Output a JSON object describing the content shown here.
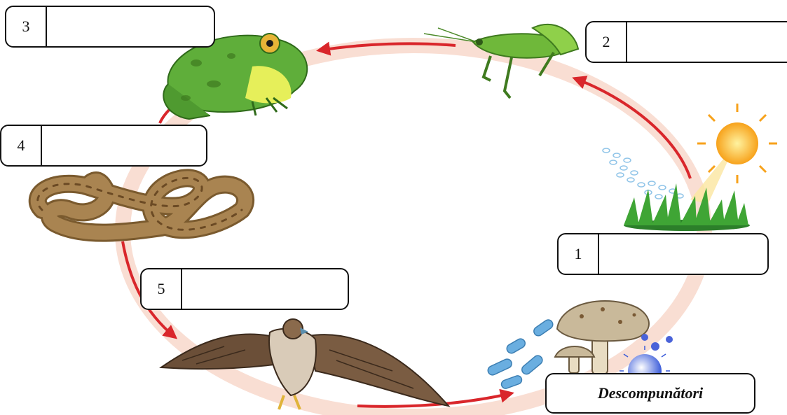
{
  "labels": {
    "box1": "1",
    "box2": "2",
    "box3": "3",
    "box4": "4",
    "box5": "5",
    "decomposers": "Descompunători"
  },
  "icons": [
    "sun-icon",
    "grass-icon",
    "grasshopper-icon",
    "frog-icon",
    "snake-icon",
    "hawk-icon",
    "mushroom-icon",
    "bacteria-icon"
  ],
  "colors": {
    "ring": "#f7d6c8",
    "arrow": "#d9262b",
    "sun": "#f7b32b",
    "grass": "#3fa535",
    "grasshopper": "#6fb83a",
    "frog": "#5fae3a",
    "snake": "#9c7642",
    "hawk": "#6b4f38",
    "mushroom": "#c9b99a",
    "bacteria": "#5fa7d9"
  }
}
